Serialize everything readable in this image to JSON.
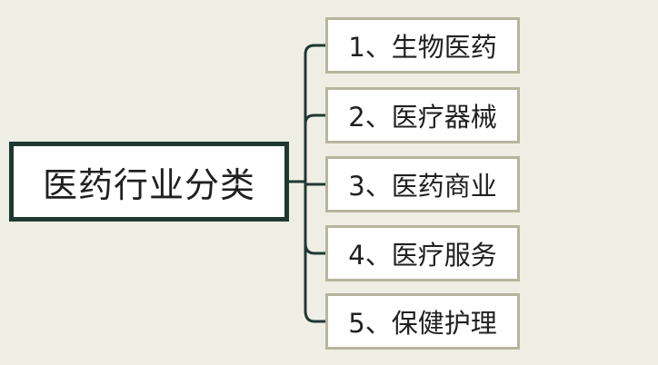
{
  "diagram": {
    "root": {
      "label": "医药行业分类"
    },
    "children": [
      {
        "label": "1、生物医药"
      },
      {
        "label": "2、医疗器械"
      },
      {
        "label": "3、医药商业"
      },
      {
        "label": "4、医疗服务"
      },
      {
        "label": "5、保健护理"
      }
    ],
    "colors": {
      "background": "#efeee4",
      "root_border": "#203832",
      "child_border": "#b7b49f",
      "connector": "#203832",
      "node_fill": "#ffffff",
      "text": "#202020"
    }
  }
}
